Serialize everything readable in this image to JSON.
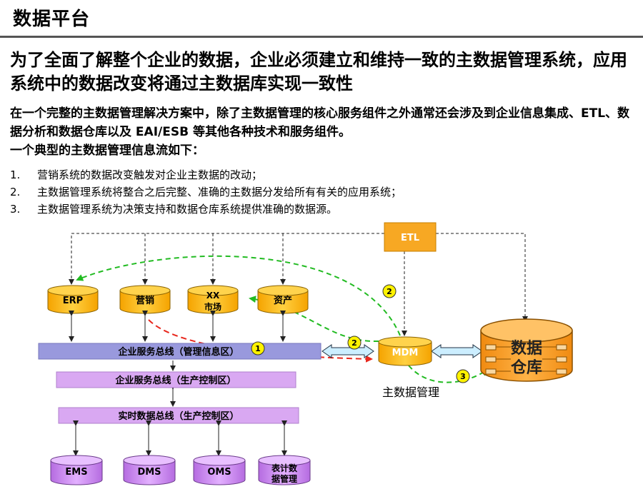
{
  "header": {
    "title": "数据平台"
  },
  "headline": "为了全面了解整个企业的数据，企业必须建立和维持一致的主数据管理系统，应用系统中的数据改变将通过主数据库实现一致性",
  "intro": "在一个完整的主数据管理解决方案中，除了主数据管理的核心服务组件之外通常还会涉及到企业信息集成、ETL、数据分析和数据仓库以及 EAI/ESB 等其他各种技术和服务组件。",
  "flow_title": "一个典型的主数据管理信息流如下：",
  "steps": [
    {
      "num": "1.",
      "text": "营销系统的数据改变触发对企业主数据的改动；"
    },
    {
      "num": "2.",
      "text": "主数据管理系统将整合之后完整、准确的主数据分发给所有有关的应用系统；"
    },
    {
      "num": "3.",
      "text": "主数据管理系统为决策支持和数据仓库系统提供准确的数据源。"
    }
  ],
  "diagram": {
    "etl": "ETL",
    "apps": [
      {
        "id": "erp",
        "label": "ERP"
      },
      {
        "id": "marketing",
        "label": "营销"
      },
      {
        "id": "xx-market",
        "label_line1": "XX",
        "label_line2": "市场"
      },
      {
        "id": "assets",
        "label": "资产"
      }
    ],
    "buses": {
      "mgmt": "企业服务总线（管理信息区）",
      "prod": "企业服务总线（生产控制区）",
      "realtime": "实时数据总线（生产控制区）"
    },
    "mdm": "MDM",
    "mdm_caption": "主数据管理",
    "warehouse": {
      "line1": "数据",
      "line2": "仓库"
    },
    "bottom_systems": [
      {
        "id": "ems",
        "label": "EMS"
      },
      {
        "id": "dms",
        "label": "DMS"
      },
      {
        "id": "oms",
        "label": "OMS"
      },
      {
        "id": "meter",
        "line1": "表计数",
        "line2": "据管理"
      }
    ],
    "markers": [
      "1",
      "2",
      "2",
      "3"
    ],
    "colors": {
      "cylinder": "#FFC000",
      "etl_box": "#F7A823",
      "warehouse": "#F7941D",
      "bus_mgmt": "#9999DD",
      "bus_other": "#D9A8F2",
      "purple_cyl": "#D08CF2",
      "green_arrow": "#22BB22",
      "red_arrow": "#E8281E",
      "marker": "#FFF200"
    }
  }
}
